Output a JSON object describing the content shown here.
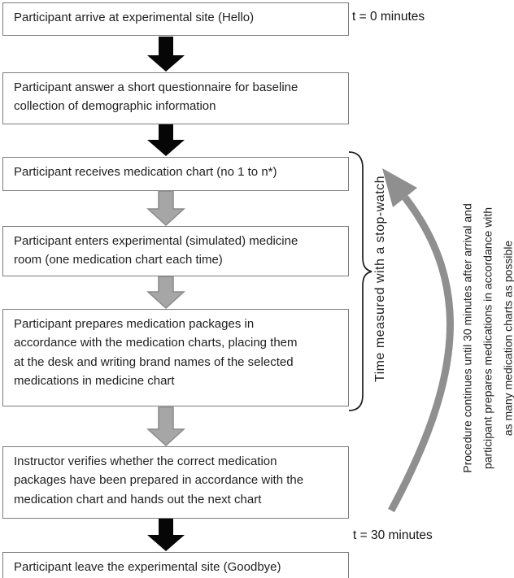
{
  "flowchart": {
    "boxes": [
      {
        "id": "arrival",
        "lines": [
          "Participant arrive at experimental site (Hello)"
        ]
      },
      {
        "id": "questionnaire",
        "lines": [
          "Participant answer a short questionnaire for baseline",
          "collection of demographic information"
        ]
      },
      {
        "id": "receive-chart",
        "lines": [
          "Participant receives medication chart (no 1 to n*)"
        ]
      },
      {
        "id": "enter-room",
        "lines": [
          "Participant enters experimental (simulated) medicine",
          "room (one medication chart each time)"
        ]
      },
      {
        "id": "prepare-meds",
        "lines": [
          "Participant prepares medication packages in",
          "accordance with the medication charts, placing them",
          "at the desk and writing brand names of the selected",
          "medications in medicine chart"
        ]
      },
      {
        "id": "verify",
        "lines": [
          "Instructor verifies whether the correct medication",
          "packages have been prepared in accordance with the",
          "medication chart and hands out the next chart"
        ]
      },
      {
        "id": "leave",
        "lines": [
          "Participant leave the experimental site (Goodbye)"
        ]
      }
    ],
    "labels": {
      "t_start": "t = 0 minutes",
      "t_end": "t = 30 minutes",
      "brace_label": "Time measured with a stop-watch",
      "loop_note_lines": [
        "Procedure continues until 30 minutes after arrival and",
        "participant prepares medications in accordance with",
        "as many medication charts as possible"
      ]
    },
    "colors": {
      "black_arrow": "#060606",
      "gray_arrow_fill": "#a6a6a6",
      "gray_arrow_edge": "#8a8a8a",
      "loop_arrow": "#8f8f8f",
      "brace": "#1a1a1a",
      "box_border": "#7d7d7d",
      "text": "#1f1f1f"
    }
  }
}
